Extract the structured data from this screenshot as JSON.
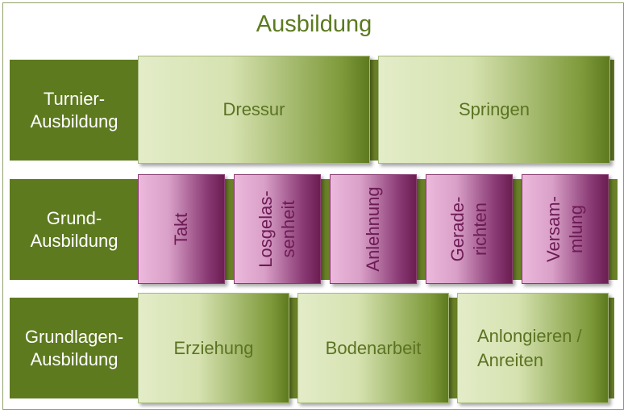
{
  "title": "Ausbildung",
  "rows": [
    {
      "label_lines": [
        "Turnier-",
        "Ausbildung"
      ],
      "items": [
        {
          "lines": [
            "Dressur"
          ]
        },
        {
          "lines": [
            "Springen"
          ]
        }
      ]
    },
    {
      "label_lines": [
        "Grund-",
        "Ausbildung"
      ],
      "items": [
        {
          "lines": [
            "Takt"
          ]
        },
        {
          "lines": [
            "Losgelas-",
            "senheit"
          ]
        },
        {
          "lines": [
            "Anlehnung"
          ]
        },
        {
          "lines": [
            "Gerade-",
            "richten"
          ]
        },
        {
          "lines": [
            "Versam-",
            "mlung"
          ]
        }
      ]
    },
    {
      "label_lines": [
        "Grundlagen-",
        "Ausbildung"
      ],
      "items": [
        {
          "lines": [
            "Erziehung"
          ]
        },
        {
          "lines": [
            "Bodenarbeit"
          ]
        },
        {
          "lines": [
            "Anlongieren /",
            "Anreiten"
          ]
        }
      ]
    }
  ],
  "colors": {
    "dark_green": "#5e7a1f",
    "title_green": "#5b7a1e",
    "purple_text": "#6e1b55"
  }
}
